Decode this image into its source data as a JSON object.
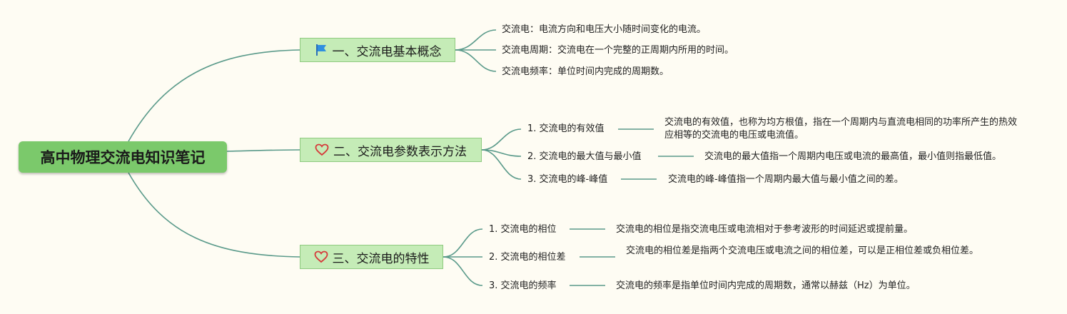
{
  "root": {
    "label": "高中物理交流电知识笔记"
  },
  "branches": [
    {
      "label": "一、交流电基本概念",
      "icon": "flag-icon",
      "leaves": [
        "交流电：电流方向和电压大小随时间变化的电流。",
        "交流电周期：交流电在一个完整的正周期内所用的时间。",
        "交流电频率：单位时间内完成的周期数。"
      ]
    },
    {
      "label": "二、交流电参数表示方法",
      "icon": "heart-icon",
      "items": [
        {
          "label": "1. 交流电的有效值",
          "desc": "交流电的有效值，也称为均方根值，指在一个周期内与直流电相同的功率所产生的热效应相等的交流电的电压或电流值。"
        },
        {
          "label": "2. 交流电的最大值与最小值",
          "desc": "交流电的最大值指一个周期内电压或电流的最高值，最小值则指最低值。"
        },
        {
          "label": "3. 交流电的峰-峰值",
          "desc": "交流电的峰-峰值指一个周期内最大值与最小值之间的差。"
        }
      ]
    },
    {
      "label": "三、交流电的特性",
      "icon": "heart-icon",
      "items": [
        {
          "label": "1. 交流电的相位",
          "desc": "交流电的相位是指交流电压或电流相对于参考波形的时间延迟或提前量。"
        },
        {
          "label": "2. 交流电的相位差",
          "desc": "交流电的相位差是指两个交流电压或电流之间的相位差，可以是正相位差或负相位差。"
        },
        {
          "label": "3. 交流电的频率",
          "desc": "交流电的频率是指单位时间内完成的周期数，通常以赫兹（Hz）为单位。"
        }
      ]
    }
  ],
  "colors": {
    "line": "#5a9a8a",
    "root": "#7bc96b",
    "branch": "#c5ecb7",
    "background": "#fefcf3"
  }
}
